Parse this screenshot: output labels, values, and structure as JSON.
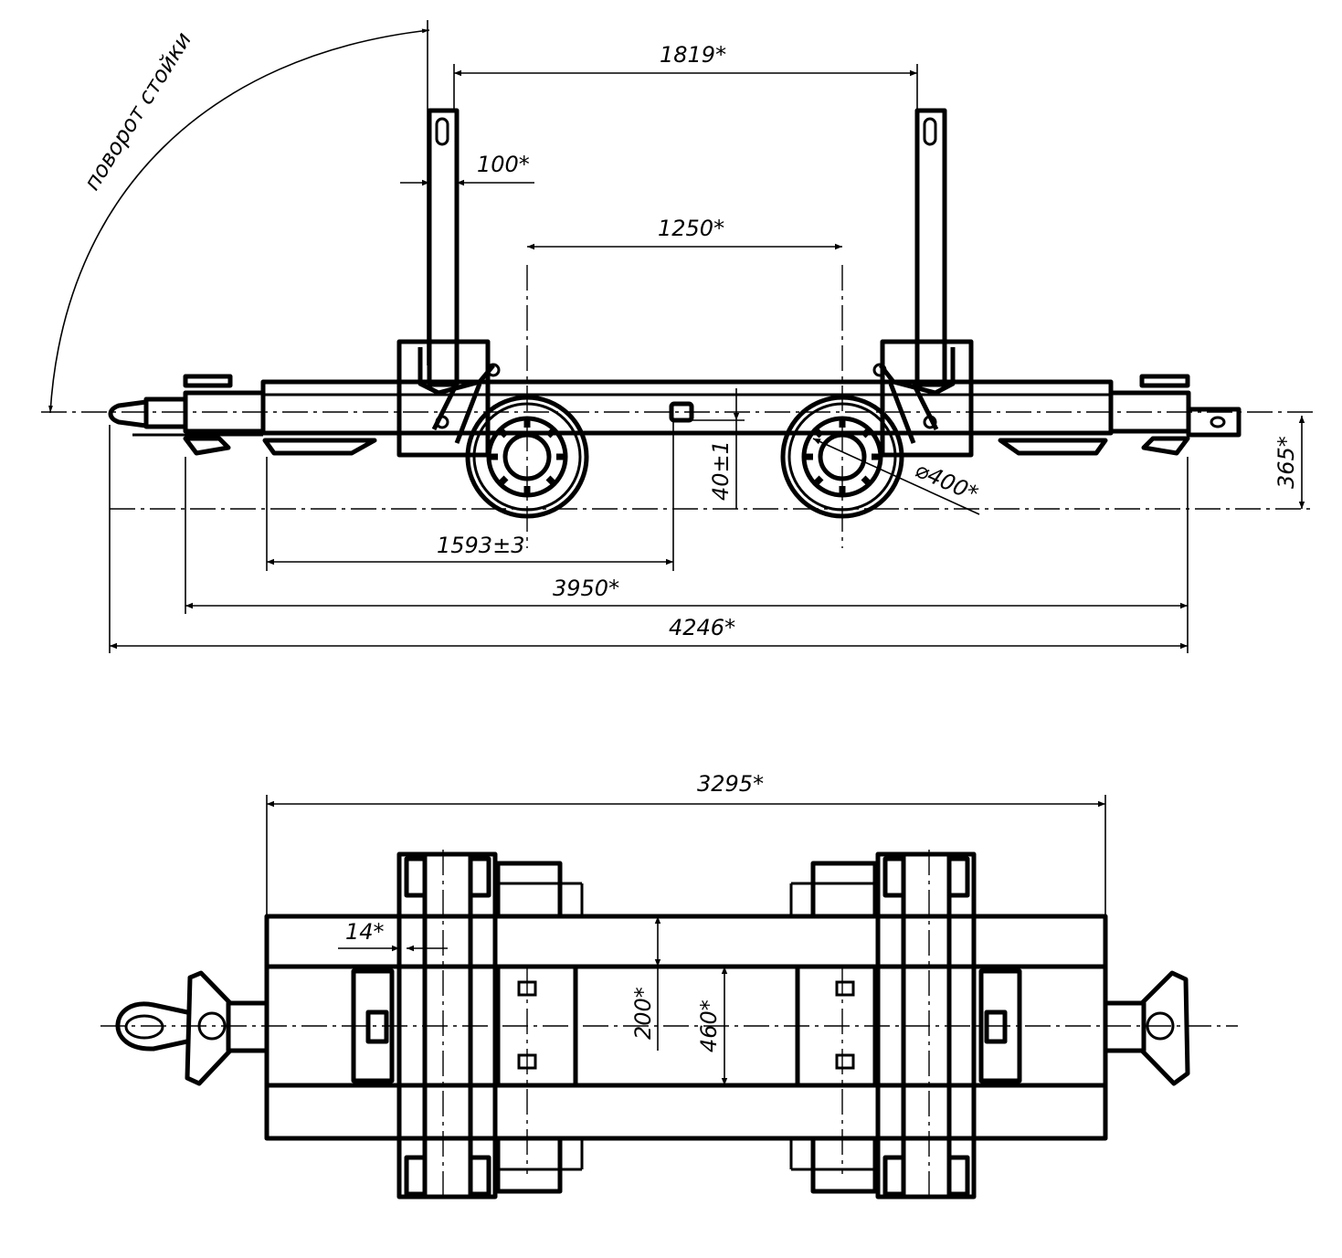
{
  "side_view": {
    "rotation_label": "поворот стойки",
    "dim_posts_spacing": "1819*",
    "dim_post_width": "100*",
    "dim_axle_spacing": "1250*",
    "dim_clearance": "40±1",
    "dim_wheel_diameter": "⌀400*",
    "dim_axle_height": "365*",
    "dim_coupling_to_bracket": "1593±3",
    "dim_frame_length": "3950*",
    "dim_overall_length": "4246*"
  },
  "top_view": {
    "dim_body_length": "3295*",
    "dim_wall": "14*",
    "dim_inner_width": "200*",
    "dim_outer_width": "460*"
  }
}
